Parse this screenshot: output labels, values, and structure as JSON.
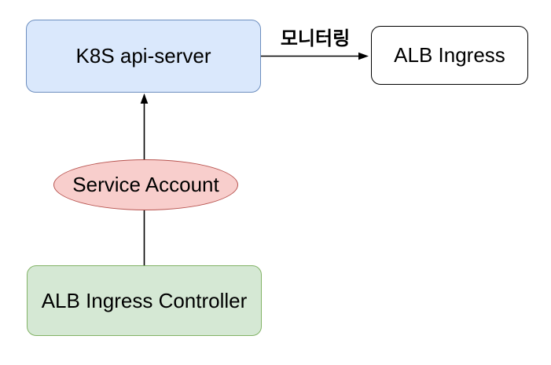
{
  "diagram": {
    "description": "Kubernetes ALB Ingress Controller architecture diagram",
    "nodes": {
      "k8s_api_server": {
        "label": "K8S api-server",
        "shape": "rounded-rectangle",
        "fill": "#dae8fc",
        "border": "#6c8ebf"
      },
      "alb_ingress": {
        "label": "ALB Ingress",
        "shape": "rounded-rectangle",
        "fill": "#ffffff",
        "border": "#000000"
      },
      "service_account": {
        "label": "Service Account",
        "shape": "ellipse",
        "fill": "#f8cecc",
        "border": "#b85450"
      },
      "alb_ingress_controller": {
        "label": "ALB Ingress Controller",
        "shape": "rounded-rectangle",
        "fill": "#d5e8d4",
        "border": "#82b366"
      }
    },
    "edges": [
      {
        "from": "k8s_api_server",
        "to": "alb_ingress",
        "label": "모니터링",
        "direction": "right"
      },
      {
        "from": "alb_ingress_controller",
        "to": "k8s_api_server",
        "label": "",
        "direction": "up",
        "passes_through": "service_account"
      }
    ],
    "arrow_color": "#000000",
    "text_color": "#000000",
    "background": "#ffffff"
  }
}
